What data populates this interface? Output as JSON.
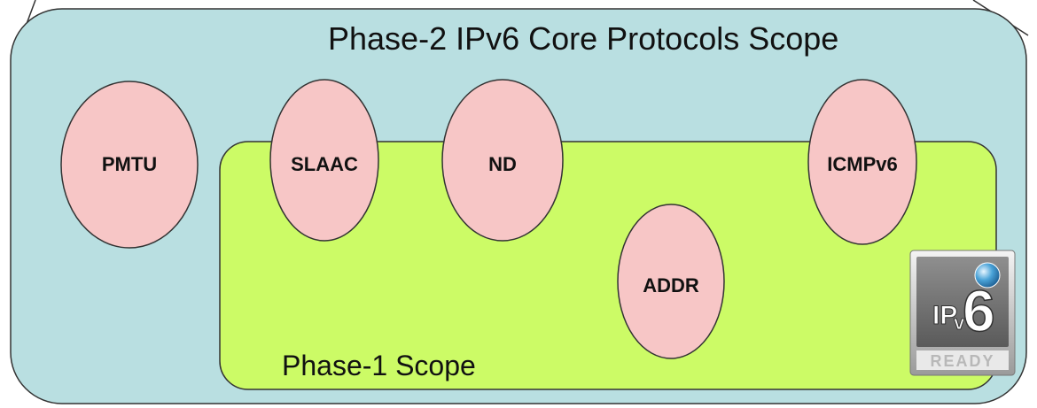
{
  "diagram": {
    "phase2_label": "Phase-2 IPv6 Core Protocols Scope",
    "phase1_label": "Phase-1 Scope",
    "nodes": [
      {
        "id": "pmtu",
        "label": "PMTU"
      },
      {
        "id": "slaac",
        "label": "SLAAC"
      },
      {
        "id": "nd",
        "label": "ND"
      },
      {
        "id": "icmpv6",
        "label": "ICMPv6"
      },
      {
        "id": "addr",
        "label": "ADDR"
      }
    ],
    "logo": {
      "name": "ipv6-ready-logo",
      "text_ip": "IP",
      "text_v": "v",
      "text_6": "6",
      "text_ready": "READY"
    },
    "colors": {
      "phase2_fill": "#b9dfe1",
      "phase1_fill": "#ccfb66",
      "node_fill": "#f7c6c6",
      "outline": "#333333"
    }
  }
}
